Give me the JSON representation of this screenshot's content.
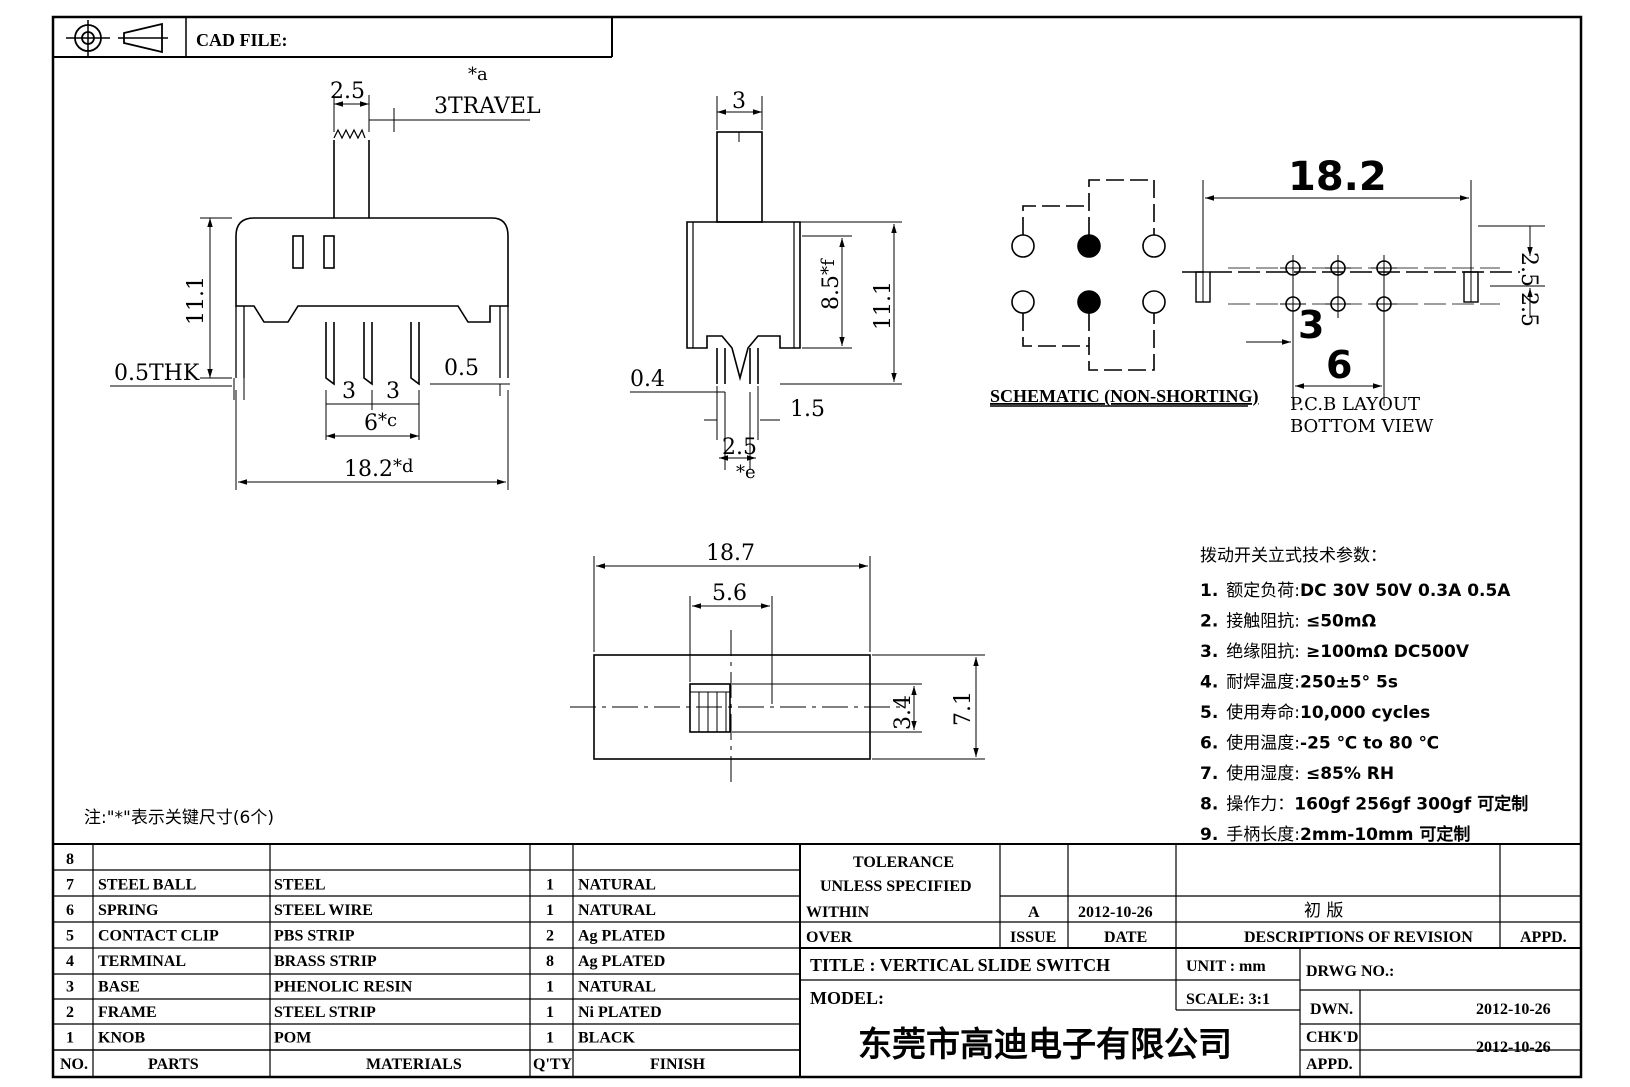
{
  "header": {
    "cad_label": "CAD FILE:",
    "projection_symbol": "third-angle-projection-icon"
  },
  "side_view": {
    "travel_note": "*a",
    "travel": "3TRAVEL",
    "knob_width": "2.5",
    "height": "11.1",
    "thickness": "0.5THK",
    "pin_gap_right": "0.5",
    "pitch_1": "3",
    "pitch_2": "3",
    "pin_span": "6",
    "pin_span_note": "*c",
    "length": "18.2",
    "length_note": "*d"
  },
  "end_view": {
    "knob_width": "3",
    "body_height": "8.5",
    "body_height_note": "*f",
    "total_height": "11.1",
    "pin_thickness": "0.4",
    "pin_width": "1.5",
    "pin_spacing": "2.5",
    "pin_spacing_note": "*e"
  },
  "schematic": {
    "label": "SCHEMATIC (NON-SHORTING)"
  },
  "pcb": {
    "overall": "18.2",
    "row_spacing_1": "2.5",
    "row_spacing_2": "2.5",
    "pitch": "3",
    "span": "6",
    "label_1": "P.C.B LAYOUT",
    "label_2": "BOTTOM VIEW"
  },
  "top_view": {
    "length": "18.7",
    "slot": "5.6",
    "knob": "3.4",
    "width": "7.1"
  },
  "specs": {
    "title": "拨动开关立式技术参数：",
    "items": [
      {
        "n": "1.",
        "label": "额定负荷:",
        "value": "DC 30V    50V    0.3A    0.5A"
      },
      {
        "n": "2.",
        "label": "接触阻抗:",
        "value": " ≤50mΩ"
      },
      {
        "n": "3.",
        "label": "绝缘阻抗:",
        "value": " ≥100mΩ   DC500V"
      },
      {
        "n": "4.",
        "label": "耐焊温度:",
        "value": "250±5°  5s"
      },
      {
        "n": "5.",
        "label": "使用寿命:",
        "value": "10,000 cycles"
      },
      {
        "n": "6.",
        "label": "使用温度:",
        "value": "-25  ℃  to 80  ℃"
      },
      {
        "n": "7.",
        "label": "使用湿度:",
        "value": " ≤85% RH"
      },
      {
        "n": "8.",
        "label": "操作力：",
        "value": "160gf    256gf    300gf  可定制"
      },
      {
        "n": "9.",
        "label": "手柄长度:",
        "value": "2mm-10mm   可定制"
      }
    ]
  },
  "note": "注:\"*\"表示关键尺寸(6个)",
  "bom": {
    "headers": {
      "no": "NO.",
      "parts": "PARTS",
      "materials": "MATERIALS",
      "qty": "Q'TY",
      "finish": "FINISH"
    },
    "rows": [
      {
        "no": "8",
        "parts": "",
        "materials": "",
        "qty": "",
        "finish": ""
      },
      {
        "no": "7",
        "parts": "STEEL BALL",
        "materials": "STEEL",
        "qty": "1",
        "finish": "NATURAL"
      },
      {
        "no": "6",
        "parts": "SPRING",
        "materials": "STEEL WIRE",
        "qty": "1",
        "finish": "NATURAL"
      },
      {
        "no": "5",
        "parts": "CONTACT CLIP",
        "materials": "PBS STRIP",
        "qty": "2",
        "finish": "Ag PLATED"
      },
      {
        "no": "4",
        "parts": "TERMINAL",
        "materials": "BRASS STRIP",
        "qty": "8",
        "finish": "Ag PLATED"
      },
      {
        "no": "3",
        "parts": "BASE",
        "materials": "PHENOLIC RESIN",
        "qty": "1",
        "finish": "NATURAL"
      },
      {
        "no": "2",
        "parts": "FRAME",
        "materials": "STEEL STRIP",
        "qty": "1",
        "finish": "Ni PLATED"
      },
      {
        "no": "1",
        "parts": "KNOB",
        "materials": "POM",
        "qty": "1",
        "finish": "BLACK"
      }
    ]
  },
  "titleblock": {
    "tolerance": "TOLERANCE",
    "unless": "UNLESS  SPECIFIED",
    "within": "WITHIN",
    "over": "OVER",
    "rev_letter": "A",
    "rev_date": "2012-10-26",
    "rev_desc": "初  版",
    "issue": "ISSUE",
    "date": "DATE",
    "descriptions": "DESCRIPTIONS OF REVISION",
    "appd": "APPD.",
    "title": "TITLE :  VERTICAL SLIDE SWITCH",
    "unit": "UNIT :  mm",
    "drwg_no": "DRWG NO.:",
    "model": "MODEL:",
    "scale": "SCALE:  3:1",
    "dwn": "DWN.",
    "dwn_date": "2012-10-26",
    "chkd": "CHK'D",
    "chkd_date": "2012-10-26",
    "appd2": "APPD.",
    "company": "东莞市高迪电子有限公司"
  }
}
